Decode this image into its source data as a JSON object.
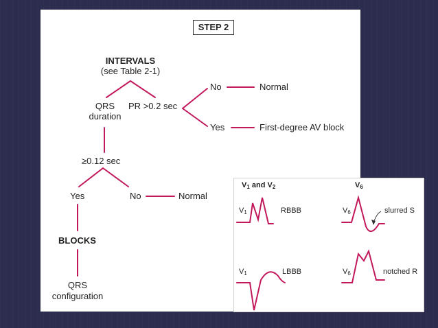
{
  "step": "STEP 2",
  "intervals": {
    "title": "INTERVALS",
    "ref": "(see Table 2-1)"
  },
  "qrs_duration": {
    "line1": "QRS",
    "line2": "duration"
  },
  "pr": "PR >0.2 sec",
  "pr_no": "No",
  "pr_no_result": "Normal",
  "pr_yes": "Yes",
  "pr_yes_result": "First-degree AV block",
  "qrs_threshold": "≥0.12 sec",
  "qrs_yes": "Yes",
  "qrs_no": "No",
  "qrs_no_result": "Normal",
  "blocks": "BLOCKS",
  "qrs_config": {
    "line1": "QRS",
    "line2": "configuration"
  },
  "panel": {
    "col1_header": {
      "main": "V",
      "sub1": "1",
      "mid": " and V",
      "sub2": "2"
    },
    "col2_header": {
      "main": "V",
      "sub": "6"
    },
    "rbbb": {
      "lead_main": "V",
      "lead_sub": "1",
      "label": "RBBB"
    },
    "rbbb_v6": {
      "lead_main": "V",
      "lead_sub": "6",
      "label": "slurred S"
    },
    "lbbb": {
      "lead_main": "V",
      "lead_sub": "1",
      "label": "LBBB"
    },
    "lbbb_v6": {
      "lead_main": "V",
      "lead_sub": "6",
      "label": "notched R"
    }
  },
  "colors": {
    "line": "#c2185b",
    "background": "#2c2d4e",
    "text": "#222222"
  }
}
